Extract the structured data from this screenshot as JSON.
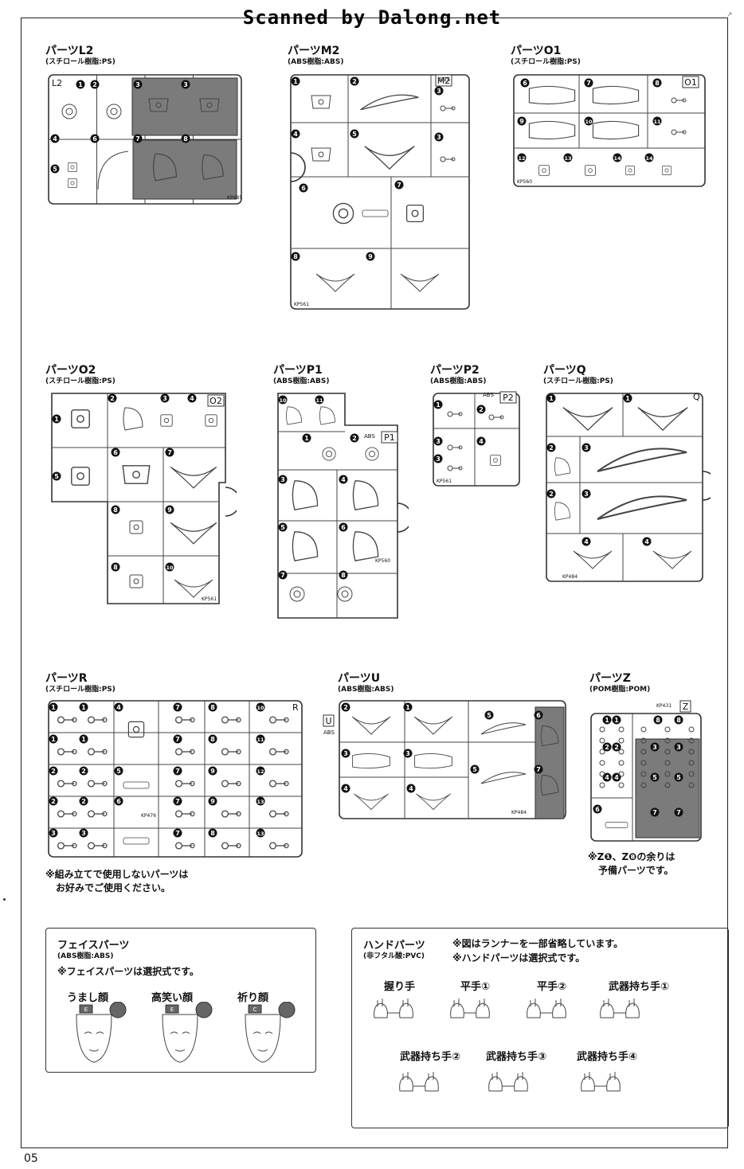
{
  "watermark": "Scanned by Dalong.net",
  "page_number": "05",
  "sections": {
    "l2": {
      "title": "パーツL2",
      "material": "(スチロール樹脂:PS)",
      "tag": "L2",
      "kp": "KP485",
      "nums": [
        "1",
        "2",
        "3",
        "3",
        "4",
        "5",
        "6",
        "7",
        "8"
      ]
    },
    "m2": {
      "title": "パーツM2",
      "material": "(ABS樹脂:ABS)",
      "tag": "M2",
      "mat_tag": "ABS",
      "kp": "KP561",
      "nums": [
        "1",
        "2",
        "3",
        "4",
        "5",
        "3",
        "6",
        "7",
        "8",
        "9"
      ]
    },
    "o1": {
      "title": "パーツO1",
      "material": "(スチロール樹脂:PS)",
      "tag": "O1",
      "kp": "KP560",
      "nums": [
        "6",
        "7",
        "8",
        "9",
        "10",
        "11",
        "12",
        "13",
        "14",
        "14"
      ]
    },
    "o2": {
      "title": "パーツO2",
      "material": "(スチロール樹脂:PS)",
      "tag": "O2",
      "kp": "KP561",
      "nums": [
        "1",
        "2",
        "3",
        "4",
        "5",
        "6",
        "7",
        "8",
        "9",
        "8",
        "10"
      ]
    },
    "p1": {
      "title": "パーツP1",
      "material": "(ABS樹脂:ABS)",
      "tag": "P1",
      "mat_tag": "ABS",
      "kp": "KP560",
      "nums": [
        "10",
        "11",
        "1",
        "2",
        "3",
        "4",
        "5",
        "6",
        "7",
        "8"
      ]
    },
    "p2": {
      "title": "パーツP2",
      "material": "(ABS樹脂:ABS)",
      "tag": "P2",
      "mat_tag": "ABS",
      "kp": "KP561",
      "nums": [
        "1",
        "2",
        "3",
        "4",
        "3"
      ]
    },
    "q": {
      "title": "パーツQ",
      "material": "(スチロール樹脂:PS)",
      "tag": "Q",
      "kp": "KP484",
      "nums": [
        "1",
        "1",
        "2",
        "3",
        "2",
        "3",
        "4",
        "4"
      ]
    },
    "r": {
      "title": "パーツR",
      "material": "(スチロール樹脂:PS)",
      "tag": "R",
      "kp": "KP476",
      "nums": [
        "1",
        "1",
        "4",
        "7",
        "8",
        "10",
        "1",
        "1",
        "7",
        "8",
        "11",
        "2",
        "2",
        "5",
        "7",
        "9",
        "12",
        "2",
        "2",
        "6",
        "7",
        "9",
        "13",
        "3",
        "3",
        "7",
        "8",
        "13"
      ]
    },
    "u": {
      "title": "パーツU",
      "material": "(ABS樹脂:ABS)",
      "tag": "U",
      "mat_tag": "ABS",
      "kp": "KP484",
      "nums": [
        "2",
        "1",
        "5",
        "6",
        "3",
        "3",
        "5",
        "7",
        "4",
        "4"
      ]
    },
    "z": {
      "title": "パーツZ",
      "material": "(POM樹脂:POM)",
      "tag": "Z",
      "kp": "KP431",
      "nums": [
        "1",
        "1",
        "8",
        "8",
        "2",
        "2",
        "3",
        "3",
        "4",
        "4",
        "5",
        "5",
        "6",
        "7",
        "7"
      ]
    }
  },
  "notes": {
    "unused_line1": "※組み立てで使用しないパーツは",
    "unused_line2": "お好みでご使用ください。",
    "spare_line1": "※Z❶、Z❽の余りは",
    "spare_line2": "予備パーツです。"
  },
  "face_box": {
    "title": "フェイスパーツ",
    "material": "(ABS樹脂:ABS)",
    "note": "※フェイスパーツは選択式です。",
    "faces": [
      {
        "label": "うまし顔",
        "tag": "E"
      },
      {
        "label": "高笑い顔",
        "tag": "E"
      },
      {
        "label": "祈り顔",
        "tag": "C"
      }
    ]
  },
  "hand_box": {
    "title": "ハンドパーツ",
    "material": "(非フタル酸:PVC)",
    "note1": "※図はランナーを一部省略しています。",
    "note2": "※ハンドパーツは選択式です。",
    "hands_row1": [
      "握り手",
      "平手①",
      "平手②",
      "武器持ち手①"
    ],
    "hands_row2": [
      "武器持ち手②",
      "武器持ち手③",
      "武器持ち手④"
    ]
  }
}
